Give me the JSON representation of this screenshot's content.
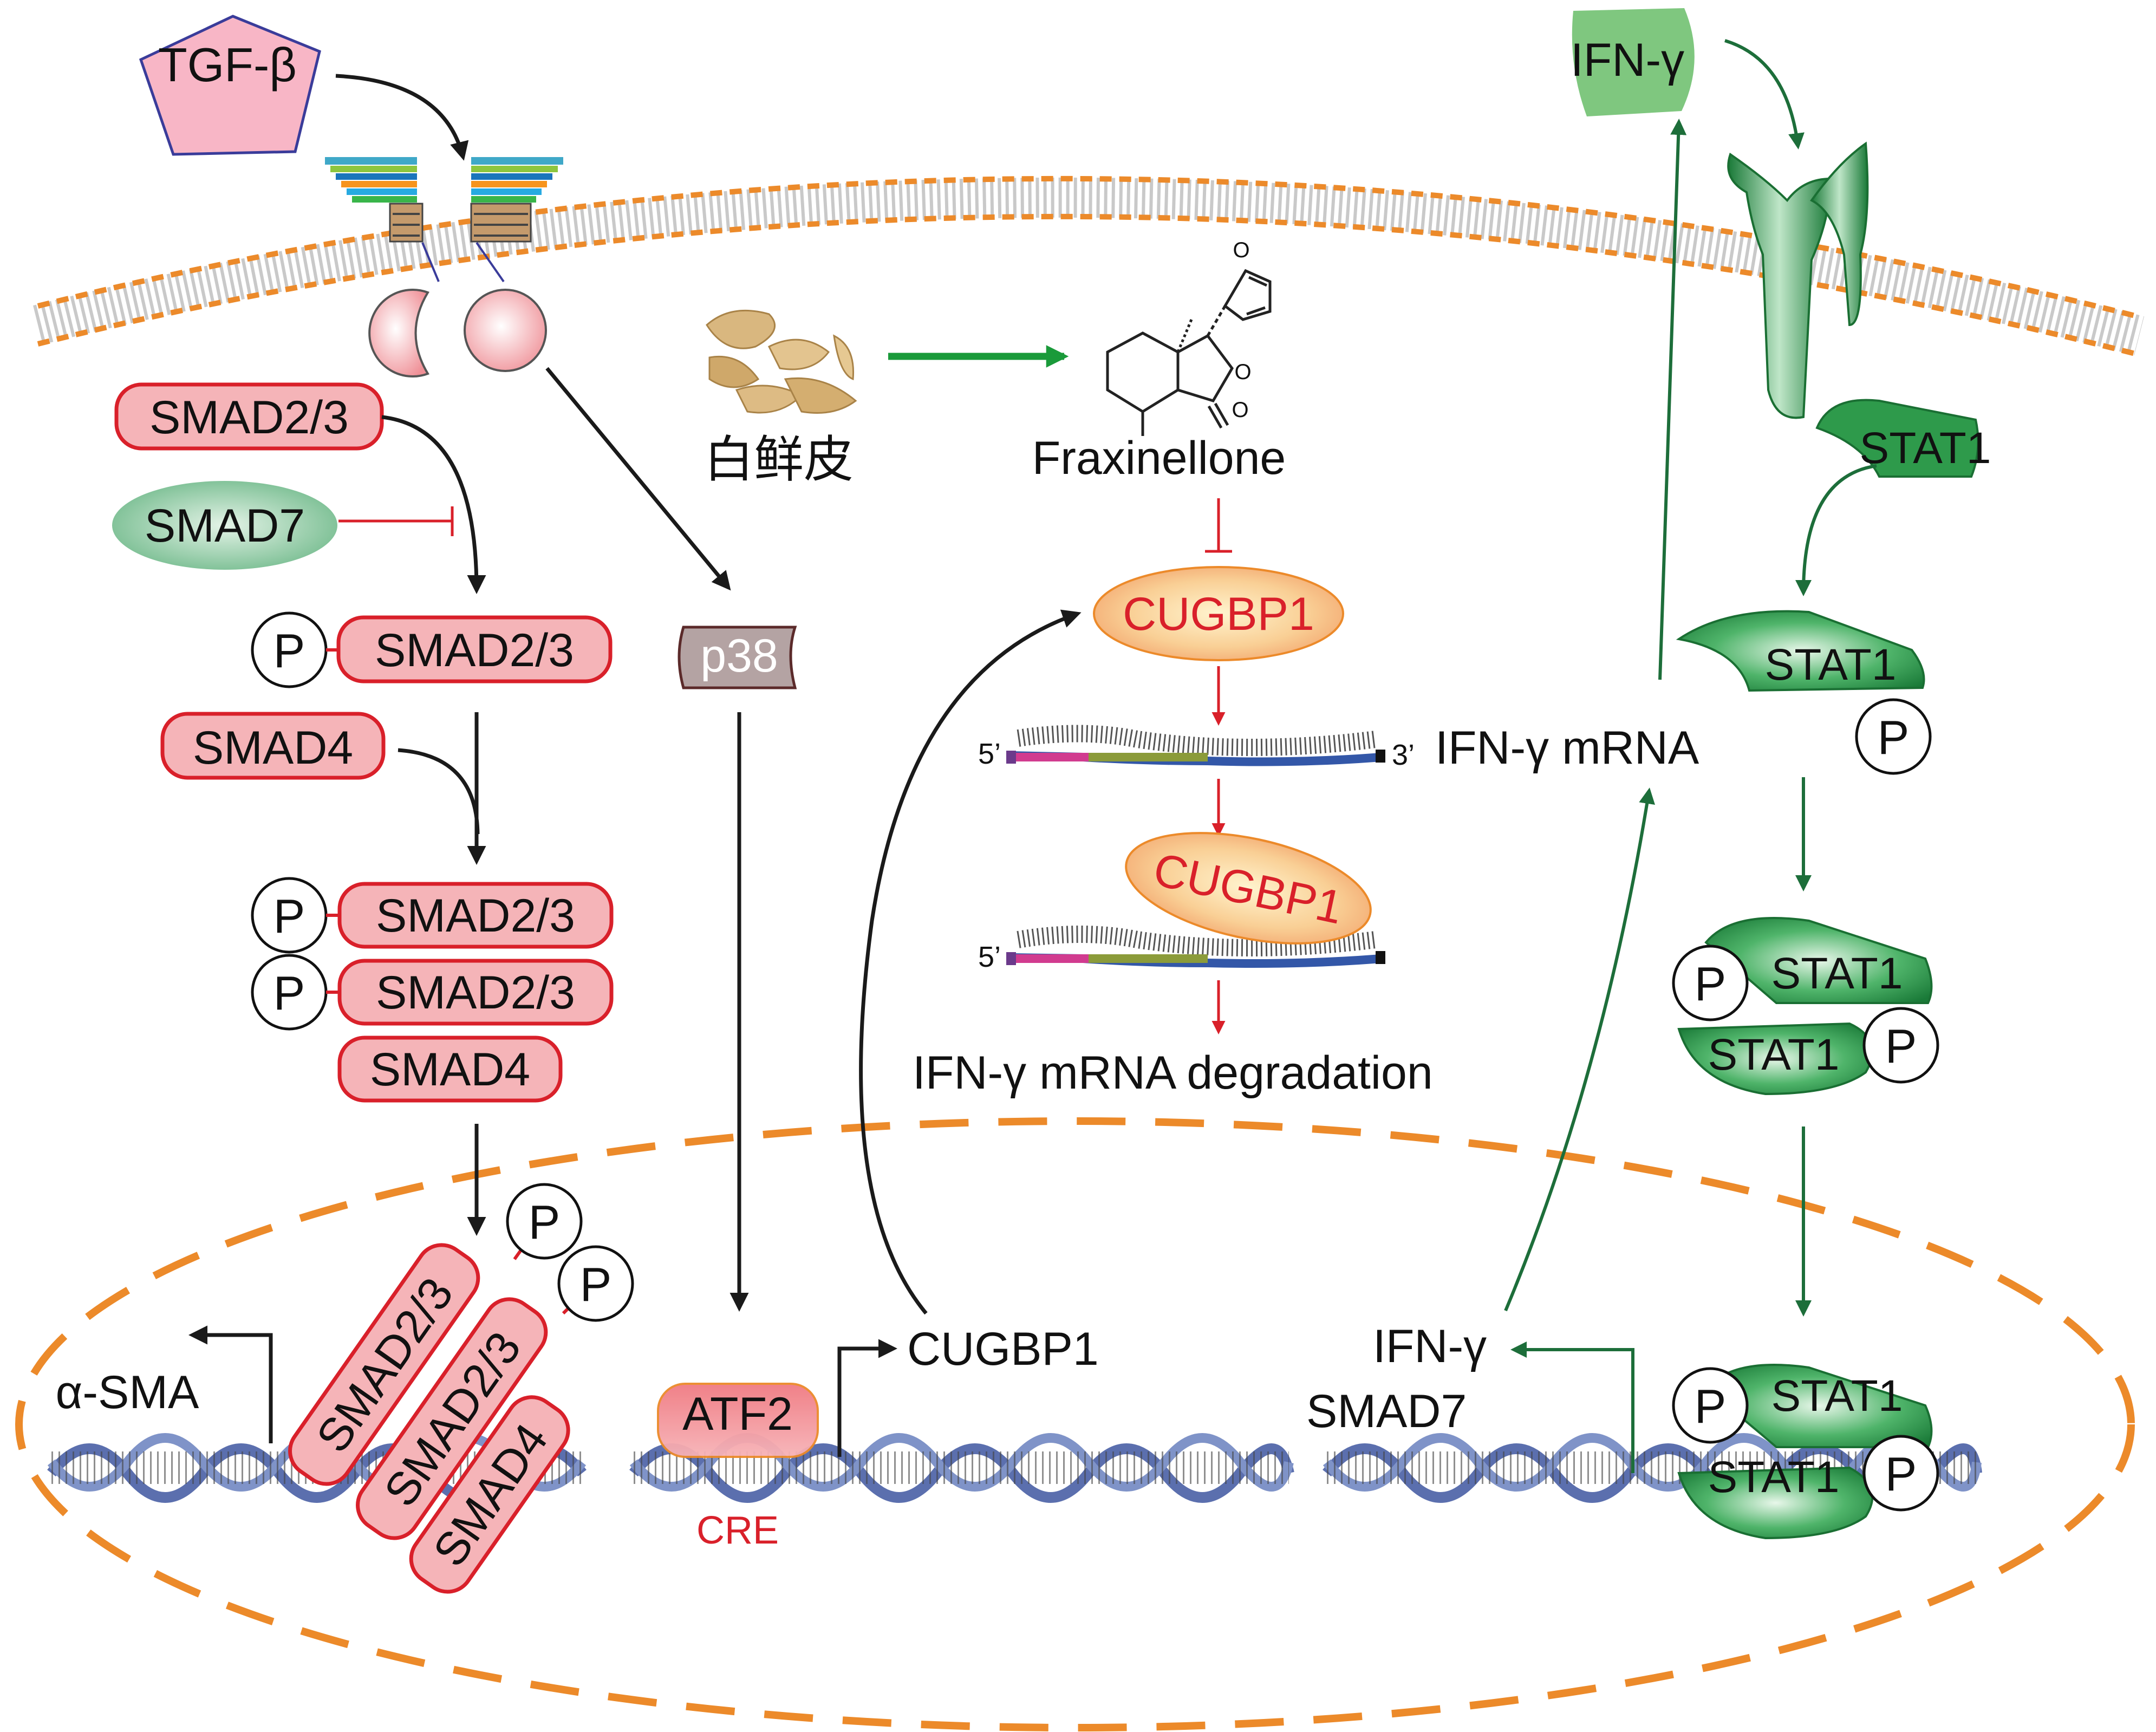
{
  "labels": {
    "tgf_beta": "TGF-β",
    "ifn_gamma_ligand": "IFN-γ",
    "herb_name": "白鲜皮",
    "fraxinellone": "Fraxinellone",
    "smad23_free": "SMAD2/3",
    "smad7": "SMAD7",
    "p": "P",
    "smad23": "SMAD2/3",
    "smad4": "SMAD4",
    "p38": "p38",
    "cugbp1": "CUGBP1",
    "five_prime": "5’",
    "three_prime": "3’",
    "ifn_mrna": "IFN-γ mRNA",
    "ifn_mrna_degradation": "IFN-γ mRNA degradation",
    "stat1": "STAT1",
    "alpha_sma": "α-SMA",
    "atf2": "ATF2",
    "cre": "CRE",
    "cugbp1_gene": "CUGBP1",
    "ifn_gamma_gene": "IFN-γ",
    "smad7_gene": "SMAD7"
  },
  "colors": {
    "smad_fill": "#f5b4b8",
    "smad_stroke": "#d9202a",
    "stat_fill": "#2e9a4b",
    "stat_dark": "#1a6f33",
    "arrow_black": "#1a1a1a",
    "arrow_green": "#1d6e3a",
    "arrow_red": "#d9202a",
    "nucleus": "#ec8a2a",
    "membrane": "#ec8a2a",
    "p38_fill": "#b4a3a3",
    "cugbp1_fill": "#f7c98f",
    "ifn_fill": "#7fc77f"
  }
}
